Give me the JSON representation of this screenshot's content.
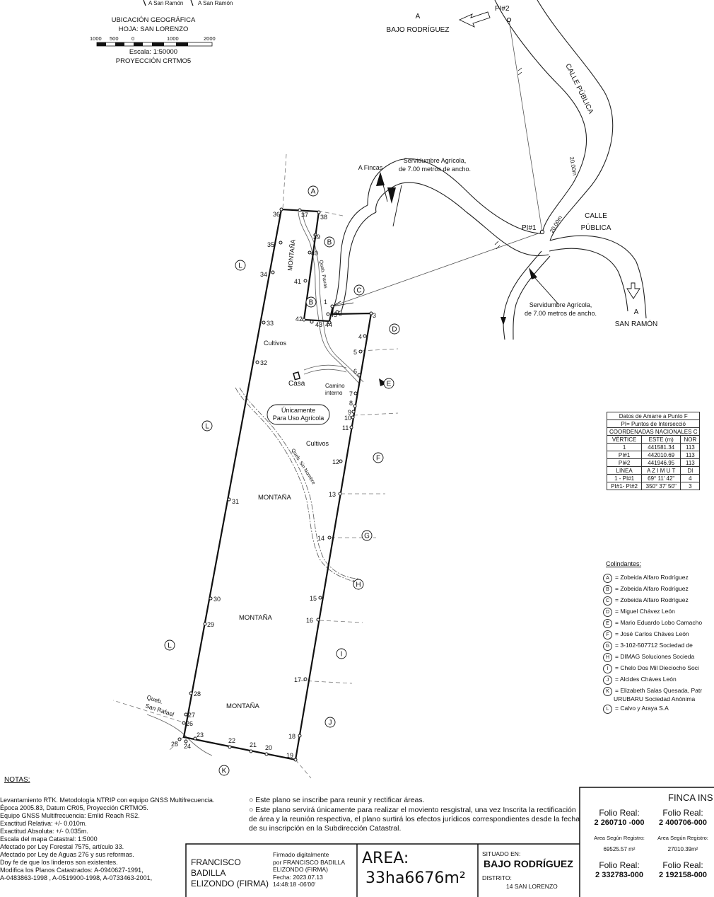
{
  "header": {
    "dir_left": "A San Ramón",
    "dir_right": "A San Ramón",
    "ubicacion": "UBICACIÓN GEOGRÁFICA",
    "hoja": "HOJA:  SAN LORENZO",
    "scale_ticks": [
      "1000",
      "500",
      "0",
      "1000",
      "2000"
    ],
    "escala": "Escala: 1:50000",
    "proyeccion": "PROYECCIÓN CRTMO5"
  },
  "map": {
    "bajo_rodriguez": [
      "A",
      "BAJO RODRÍGUEZ"
    ],
    "san_ramon": [
      "A",
      "SAN RAMÓN"
    ],
    "calle_publica_road": "CALLE PÚBLICA",
    "calle_publica": [
      "CALLE",
      "PÚBLICA"
    ],
    "width_20a": "20.00m",
    "width_20b": "20.00m",
    "a_fincas": "A Fincas",
    "serv_1": [
      "Servidumbre Agrícola,",
      "de 7.00 metros de ancho."
    ],
    "serv_2": [
      "Servidumbre Agrícola,",
      "de 7.00 metros de ancho."
    ],
    "pi1": "PI#1",
    "pi2": "PI#2",
    "montana_v": "MONTAÑA",
    "queb_pavas": "Queb. Pavas",
    "cultivos": "Cultivos",
    "casa": "Casa",
    "camino": [
      "Camino",
      "interno"
    ],
    "uso_agricola": [
      "Únicamente",
      "Para Uso Agrícola"
    ],
    "queb_sin_nombre": "Queb. Sin Nombre",
    "montana": "MONTAÑA",
    "queb_san_rafael": [
      "Queb.",
      "San Rafael"
    ],
    "parcel_letters": [
      "A",
      "B",
      "C",
      "D",
      "E",
      "F",
      "G",
      "H",
      "I",
      "J",
      "K",
      "L"
    ],
    "vertex_labels": [
      "1",
      "2",
      "3",
      "4",
      "5",
      "6",
      "7",
      "8",
      "9",
      "10",
      "11",
      "12",
      "13",
      "14",
      "15",
      "16",
      "17",
      "18",
      "19",
      "20",
      "21",
      "22",
      "23",
      "24",
      "25",
      "26",
      "27",
      "28",
      "29",
      "30",
      "31",
      "32",
      "33",
      "34",
      "35",
      "36",
      "37",
      "38",
      "39",
      "40",
      "41",
      "42",
      "43",
      "44",
      "45"
    ]
  },
  "amarre": {
    "title": "Datos de Amarre a Punto F",
    "subtitle": "PI= Puntos de Intersecció",
    "coord_title": "COORDENADAS NACIONALES C",
    "headers": [
      "VÉRTICE",
      "ESTE (m)",
      "NOR"
    ],
    "rows": [
      [
        "1",
        "441581.34",
        "113"
      ],
      [
        "PI#1",
        "442010.69",
        "113"
      ],
      [
        "PI#2",
        "441946.95",
        "113"
      ]
    ],
    "line_headers": [
      "LINEA",
      "A Z I M U T",
      "DI"
    ],
    "line_rows": [
      [
        "1  -  PI#1",
        "69° 11' 42\"",
        "4"
      ],
      [
        "PI#1- PI#2",
        "350° 37' 50\"",
        "3"
      ]
    ]
  },
  "colindantes": {
    "title": "Colindantes:",
    "items": [
      {
        "mark": "A",
        "name": "= Zobeida Alfaro Rodríguez"
      },
      {
        "mark": "B",
        "name": "= Zobeida Alfaro Rodríguez"
      },
      {
        "mark": "C",
        "name": "= Zobeida Alfaro Rodríguez"
      },
      {
        "mark": "D",
        "name": "= Miguel Chávez León"
      },
      {
        "mark": "E",
        "name": "= Mario Eduardo Lobo Camacho"
      },
      {
        "mark": "F",
        "name": "= José Carlos Cháves León"
      },
      {
        "mark": "G",
        "name": "= 3-102-507712 Sociedad de"
      },
      {
        "mark": "H",
        "name": "= DIMAG Soluciones Socieda"
      },
      {
        "mark": "I",
        "name": "= Chelo Dos Mil Dieciocho Soci"
      },
      {
        "mark": "J",
        "name": "= Alcides Cháves León"
      },
      {
        "mark": "K",
        "name": "= Elizabeth Salas Quesada, Patr"
      },
      {
        "mark": "",
        "name": "URUBARU Sociedad Anónima"
      },
      {
        "mark": "L",
        "name": "= Calvo y Araya S.A"
      }
    ]
  },
  "notas": {
    "title": "NOTAS:",
    "lines": [
      "Levantamiento RTK. Metodología NTRIP con equipo GNSS Multifrecuencia.",
      "Época 2005.83, Datum CR05, Proyección CRTMO5.",
      "Equipo GNSS Multifrecuencia: Emlid Reach RS2.",
      "Exactitud Relativa: +/- 0.010m.",
      "Exactitud Absoluta: +/- 0.035m.",
      "Escala del mapa Catastral: 1:5000",
      "Afectado por Ley Forestal 7575, artículo 33.",
      "Afectado por Ley de Aguas 276 y sus reformas.",
      "Doy fe de que los linderos son existentes.",
      "Modifica los Planos Catastrados: A-0940627-1991,",
      "A-0483863-1998 , A-0519900-1998, A-0733463-2001,"
    ]
  },
  "observaciones": [
    "○ Este plano se inscribe para reunir y rectificar áreas.",
    "○ Este plano servirá únicamente para realizar el moviento resgistral, una vez Inscrita la rectificación de área y la reunión respectiva, el plano surtirá los efectos jurídicos correspondientes desde la fecha de su inscripción en la Subdirección Catastral."
  ],
  "firma": {
    "name": [
      "FRANCISCO",
      "BADILLA",
      "ELIZONDO (FIRMA)"
    ],
    "digital": [
      "Firmado digitalmente",
      "por FRANCISCO BADILLA",
      "ELIZONDO (FIRMA)",
      "Fecha: 2023.07.13",
      "14:48:18 -06'00'"
    ]
  },
  "area": {
    "label": "AREA:",
    "value": "33ha6676m²"
  },
  "situado": {
    "label": "SITUADO EN:",
    "place": "BAJO RODRÍGUEZ",
    "distrito_label": "DISTRITO:",
    "distrito": "14 SAN LORENZO"
  },
  "finca": {
    "title": "FINCA INS",
    "cols": [
      {
        "folio_label": "Folio Real:",
        "folio": "2 260710 -000",
        "area_label": "Area Según Registro:",
        "area": "69525.57 m²",
        "folio2_label": "Folio Real:",
        "folio2": "2 332783-000"
      },
      {
        "folio_label": "Folio Real:",
        "folio": "2 400706-000",
        "area_label": "Area Según Registro:",
        "area": "27010.39m²",
        "folio2_label": "Folio Real:",
        "folio2": "2 192158-000"
      }
    ]
  }
}
